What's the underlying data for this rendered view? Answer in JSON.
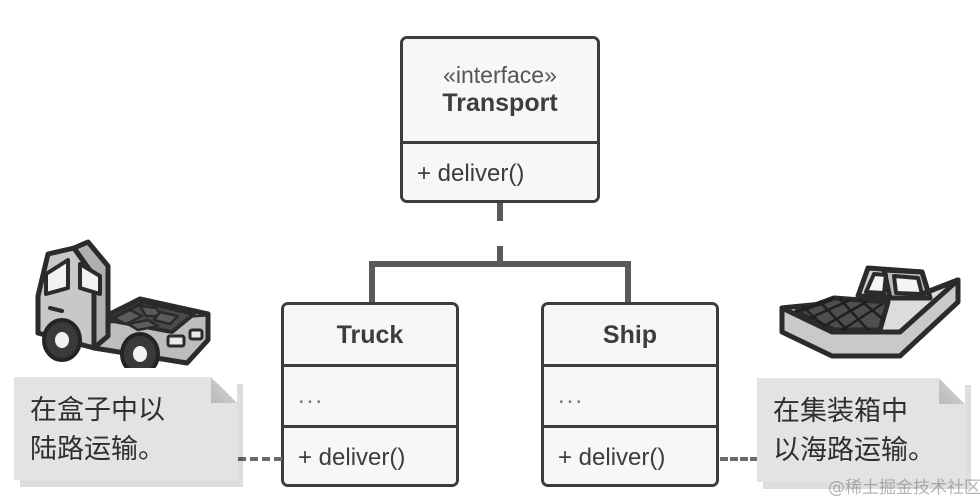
{
  "diagram": {
    "type": "uml-class-diagram",
    "background": "#ffffff",
    "border_color": "#3d3d3d",
    "box_fill": "#f7f7f7",
    "note_fill": "#e3e3e3",
    "connector_color": "#5a5a5a"
  },
  "interface": {
    "stereotype": "«interface»",
    "name": "Transport",
    "operations": [
      "+ deliver()"
    ]
  },
  "classes": [
    {
      "name": "Truck",
      "attributes": "...",
      "operations": [
        "+ deliver()"
      ]
    },
    {
      "name": "Ship",
      "attributes": "...",
      "operations": [
        "+ deliver()"
      ]
    }
  ],
  "notes": [
    {
      "id": "note-truck",
      "text": "在盒子中以\n陆路运输。"
    },
    {
      "id": "note-ship",
      "text": "在集装箱中\n以海路运输。"
    }
  ],
  "illustrations": [
    {
      "id": "truck-illustration",
      "label": "truck"
    },
    {
      "id": "ship-illustration",
      "label": "ship"
    }
  ],
  "watermark": {
    "text": "@稀土掘金技术社区"
  }
}
